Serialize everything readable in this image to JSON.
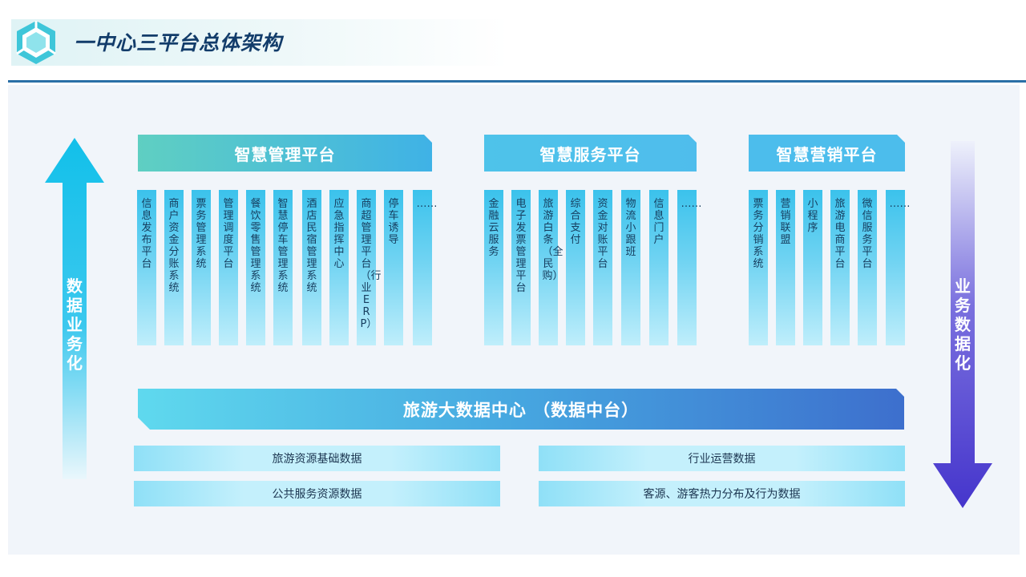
{
  "title": "一中心三平台总体架构",
  "left_arrow_label": "数据业务化",
  "right_arrow_label": "业务数据化",
  "platforms": [
    {
      "name": "智慧管理平台",
      "color_from": "#5fcfc2",
      "color_to": "#3fb2e6",
      "items": [
        "信息发布平台",
        "商户资金分账系统",
        "票务管理系统",
        "管理调度平台",
        "餐饮零售管理系统",
        "智慧停车管理系统",
        "酒店民宿管理系统",
        "应急指挥中心",
        "商超管理平台（行业ERP）",
        "停车诱导",
        "……"
      ]
    },
    {
      "name": "智慧服务平台",
      "color_from": "#4ec3ea",
      "color_to": "#4fbdec",
      "items": [
        "金融云服务",
        "电子发票管理平台",
        "旅游白条（全民购）",
        "综合支付",
        "资金对账平台",
        "物流小跟班",
        "信息门户",
        "……"
      ]
    },
    {
      "name": "智慧营销平台",
      "color_from": "#4cbdec",
      "color_to": "#4cbdec",
      "items": [
        "票务分销系统",
        "营销联盟",
        "小程序",
        "旅游电商平台",
        "微信服务平台",
        "……"
      ]
    }
  ],
  "center": {
    "label": "旅游大数据中心 （数据中台）"
  },
  "data_items": [
    "旅游资源基础数据",
    "行业运营数据",
    "公共服务资源数据",
    "客源、游客热力分布及行为数据"
  ],
  "colors": {
    "title": "#123c6a",
    "rule": "#2a6fa6",
    "arrow_up": "#19c3ec",
    "arrow_down": "#4b3fd0"
  }
}
